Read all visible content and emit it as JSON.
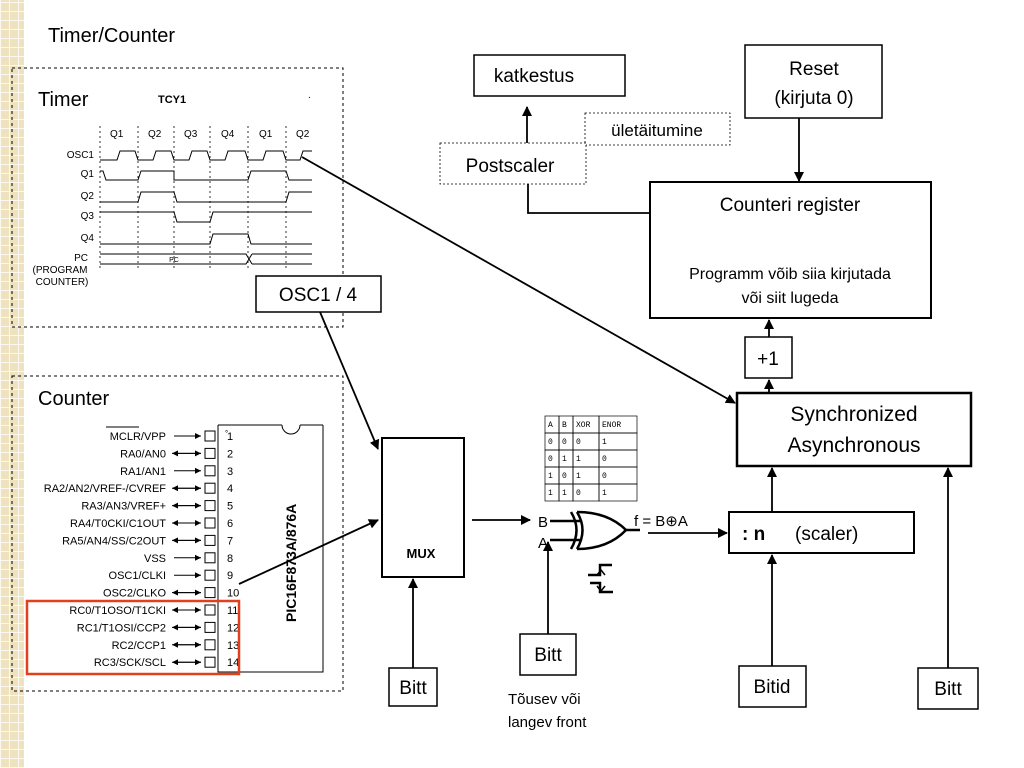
{
  "title": "Timer/Counter",
  "timer": {
    "label": "Timer",
    "tcy": "TCY1",
    "quarters": [
      "Q1",
      "Q2",
      "Q3",
      "Q4",
      "Q1",
      "Q2"
    ],
    "signals": [
      "OSC1",
      "Q1",
      "Q2",
      "Q3",
      "Q4",
      "PC"
    ],
    "pc_lines": [
      "(PROGRAM",
      "COUNTER)"
    ],
    "pc_value": "PC"
  },
  "counter": {
    "label": "Counter",
    "chip": "PIC16F873A/876A",
    "pins": [
      {
        "n": "1",
        "name": "MCLR/VPP"
      },
      {
        "n": "2",
        "name": "RA0/AN0"
      },
      {
        "n": "3",
        "name": "RA1/AN1"
      },
      {
        "n": "4",
        "name": "RA2/AN2/VREF-/CVREF"
      },
      {
        "n": "5",
        "name": "RA3/AN3/VREF+"
      },
      {
        "n": "6",
        "name": "RA4/T0CKI/C1OUT"
      },
      {
        "n": "7",
        "name": "RA5/AN4/SS/C2OUT"
      },
      {
        "n": "8",
        "name": "VSS"
      },
      {
        "n": "9",
        "name": "OSC1/CLKI"
      },
      {
        "n": "10",
        "name": "OSC2/CLKO"
      },
      {
        "n": "11",
        "name": "RC0/T1OSO/T1CKI"
      },
      {
        "n": "12",
        "name": "RC1/T1OSI/CCP2"
      },
      {
        "n": "13",
        "name": "RC2/CCP1"
      },
      {
        "n": "14",
        "name": "RC3/SCK/SCL"
      }
    ]
  },
  "boxes": {
    "osc": "OSC1 / 4",
    "katkestus": "katkestus",
    "reset1": "Reset",
    "reset2": "(kirjuta 0)",
    "uletaitumine": "ületäitumine",
    "postscaler": "Postscaler",
    "counter_reg": "Counteri register",
    "counter_note1": "Programm võib siia kirjutada",
    "counter_note2": "või siit lugeda",
    "plus1": "+1",
    "sync1": "Synchronized",
    "sync2": "Asynchronous",
    "scaler_n": ": n",
    "scaler_label": "(scaler)",
    "mux": "MUX",
    "bitt_left": "Bitt",
    "bitt_mid": "Bitt",
    "bitid": "Bitid",
    "bitt_right": "Bitt",
    "front1": "Tõusev või",
    "front2": "langev front"
  },
  "xor": {
    "in_b": "B",
    "in_a": "A",
    "output": "f = B⊕A",
    "table": [
      [
        "A",
        "B",
        "XOR",
        "ENOR"
      ],
      [
        "0",
        "0",
        "0",
        "1"
      ],
      [
        "0",
        "1",
        "1",
        "0"
      ],
      [
        "1",
        "0",
        "1",
        "0"
      ],
      [
        "1",
        "1",
        "0",
        "1"
      ]
    ]
  }
}
